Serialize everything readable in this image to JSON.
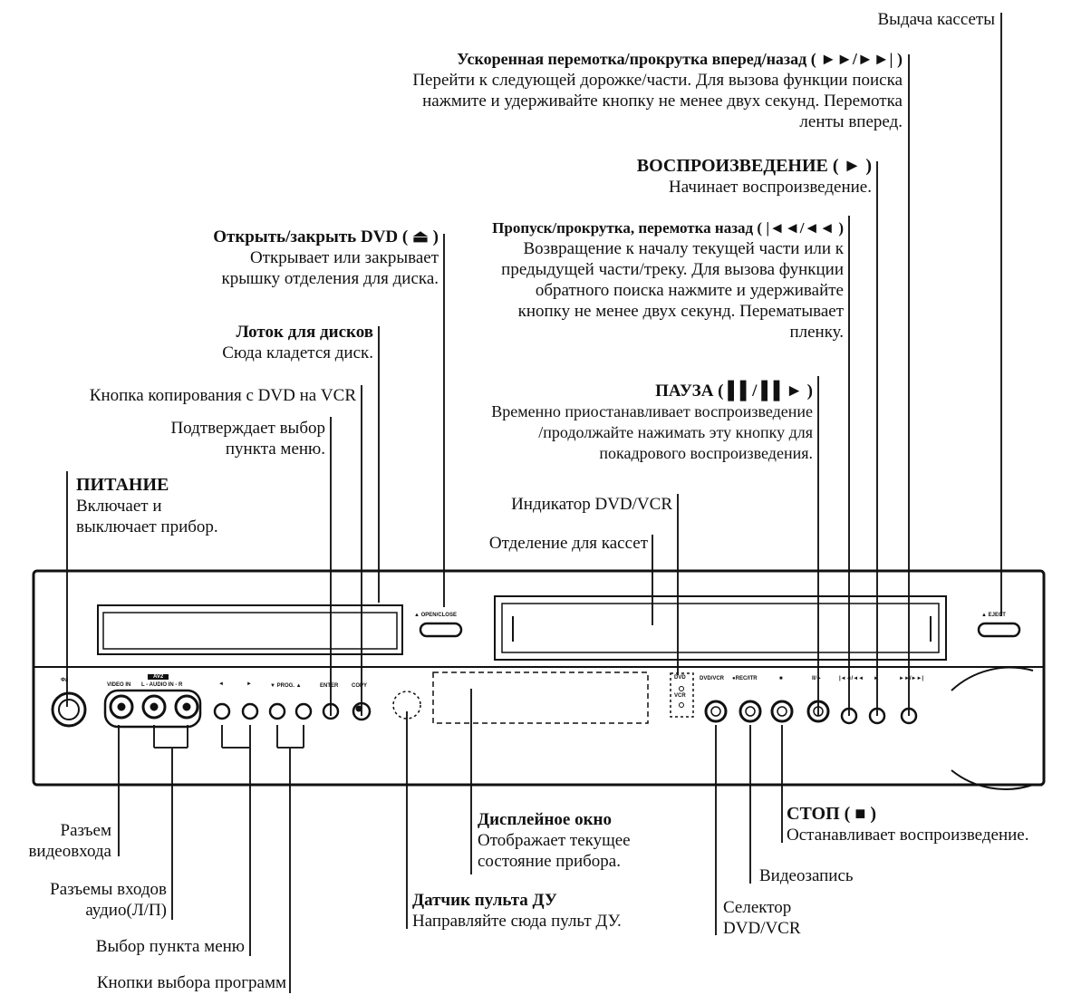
{
  "labels": {
    "eject": {
      "title": "Выдача кассеты"
    },
    "ffwd": {
      "title": "Ускоренная перемотка/прокрутка вперед/назад ( ►►/►►| )",
      "lines": [
        "Перейти к следующей дорожке/части. Для вызова функции поиска",
        "нажмите и удерживайте кнопку не менее двух секунд. Перемотка",
        "ленты вперед."
      ]
    },
    "play": {
      "title": "ВОСПРОИЗВЕДЕНИЕ ( ► )",
      "lines": [
        "Начинает воспроизведение."
      ]
    },
    "open_close": {
      "title": "Открыть/закрыть DVD ( ⏏ )",
      "lines": [
        "Открывает или закрывает",
        "крышку отделения для диска."
      ]
    },
    "skip_back": {
      "title": "Пропуск/прокрутка, перемотка назад ( |◄◄/◄◄ )",
      "lines": [
        "Возвращение к началу текущей части или к",
        "предыдущей части/треку. Для вызова функции",
        "обратного поиска нажмите и удерживайте",
        "кнопку не менее двух секунд. Перематывает",
        "пленку."
      ]
    },
    "tray": {
      "title": "Лоток для дисков",
      "lines": [
        "Сюда кладется диск."
      ]
    },
    "copy": {
      "title": "Кнопка копирования с DVD на VCR"
    },
    "pause": {
      "title": "ПАУЗА ( ▌▌/ ▌▌► )",
      "lines": [
        "Временно приостанавливает воспроизведение",
        "/продолжайте нажимать эту кнопку для",
        "покадрового воспроизведения."
      ]
    },
    "enter": {
      "lines": [
        "Подтверждает выбор",
        "пункта меню."
      ]
    },
    "power": {
      "title": "ПИТАНИЕ",
      "lines": [
        "Включает и",
        "выключает прибор."
      ]
    },
    "indicator": {
      "title": "Индикатор DVD/VCR"
    },
    "cassette": {
      "title": "Отделение для кассет"
    },
    "video_in": {
      "lines": [
        "Разъем",
        "видеовхода"
      ]
    },
    "audio_in": {
      "lines": [
        "Разъемы входов",
        "аудио(Л/П)"
      ]
    },
    "menu_sel": {
      "title": "Выбор пункта меню"
    },
    "prog": {
      "title": "Кнопки выбора программ"
    },
    "display": {
      "title": "Дисплейное окно",
      "lines": [
        "Отображает текущее",
        "состояние прибора."
      ]
    },
    "remote": {
      "title": "Датчик пульта ДУ",
      "lines": [
        "Направляйте сюда пульт ДУ."
      ]
    },
    "stop": {
      "title": "СТОП ( ■ )",
      "lines": [
        "Останавливает воспроизведение."
      ]
    },
    "record": {
      "title": "Видеозапись"
    },
    "selector": {
      "lines": [
        "Селектор",
        "DVD/VCR"
      ]
    }
  },
  "panel": {
    "open_close": "▲ OPEN/CLOSE",
    "eject": "▲ EJECT",
    "power": "Ф/I",
    "av": "AV2",
    "video_in": "VIDEO IN",
    "audio_in": "L - AUDIO IN - R",
    "prog": "▼ PROG. ▲",
    "enter": "ENTER",
    "copy": "COPY",
    "dvd": "DVD",
    "vcr": "VCR",
    "dvdvcr": "DVD/VCR",
    "rec": "●REC/ITR",
    "stop": "■",
    "pause": "II/►",
    "rew": "|◄◄/◄◄",
    "play": "►",
    "ffwd": "►►/►►|",
    "left": "◄",
    "right": "►"
  }
}
